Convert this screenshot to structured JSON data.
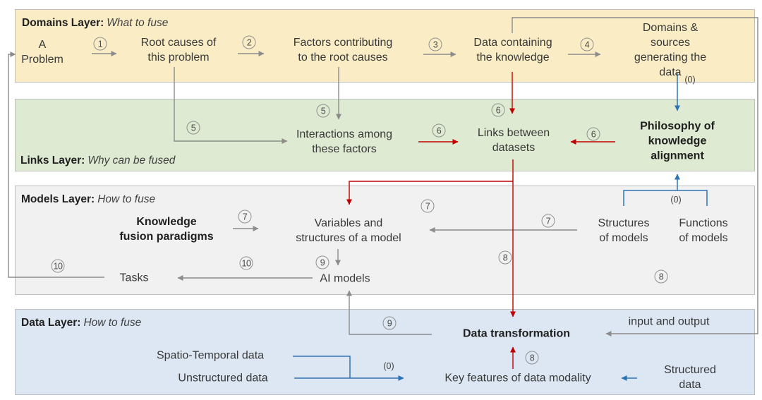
{
  "layers": {
    "domains": {
      "title": "Domains Layer:",
      "subtitle": "What to fuse",
      "nodes": {
        "problem": "A\nProblem",
        "root_causes": "Root causes of\nthis problem",
        "factors": "Factors contributing\nto the root causes",
        "data_containing": "Data containing\nthe knowledge",
        "domains_sources": "Domains & sources\ngenerating the data"
      }
    },
    "links": {
      "title": "Links Layer:",
      "subtitle": "Why can be fused",
      "nodes": {
        "interactions": "Interactions among\nthese factors",
        "links_between_datasets": "Links between\ndatasets",
        "philosophy": "Philosophy of\nknowledge\nalignment"
      }
    },
    "models": {
      "title": "Models Layer:",
      "subtitle": "How to fuse",
      "nodes": {
        "knowledge_fusion_paradigms": "Knowledge\nfusion paradigms",
        "variables": "Variables and\nstructures of a model",
        "structures": "Structures\nof models",
        "functions": "Functions\nof models",
        "tasks": "Tasks",
        "ai_models": "AI models"
      }
    },
    "data": {
      "title": "Data Layer:",
      "subtitle": "How to fuse",
      "nodes": {
        "data_transformation": "Data transformation",
        "input_and_output": "input and output",
        "spatio_temporal": "Spatio-Temporal data",
        "unstructured": "Unstructured data",
        "key_features": "Key features of data modality",
        "structured": "Structured data"
      }
    }
  },
  "steps": {
    "n1": "1",
    "n2": "2",
    "n3": "3",
    "n4": "4",
    "n5": "5",
    "n6": "6",
    "n7": "7",
    "n8": "8",
    "n9": "9",
    "n10": "10",
    "zero": "(0)"
  },
  "colors": {
    "domains_bg": "#faedc6",
    "links_bg": "#dfead2",
    "models_bg": "#f1f1f1",
    "data_bg": "#dce7f3",
    "box_border": "#bfbfbf",
    "gray_arrow": "#8c8c8c",
    "red_arrow": "#c00000",
    "blue_arrow": "#2e74b5"
  }
}
